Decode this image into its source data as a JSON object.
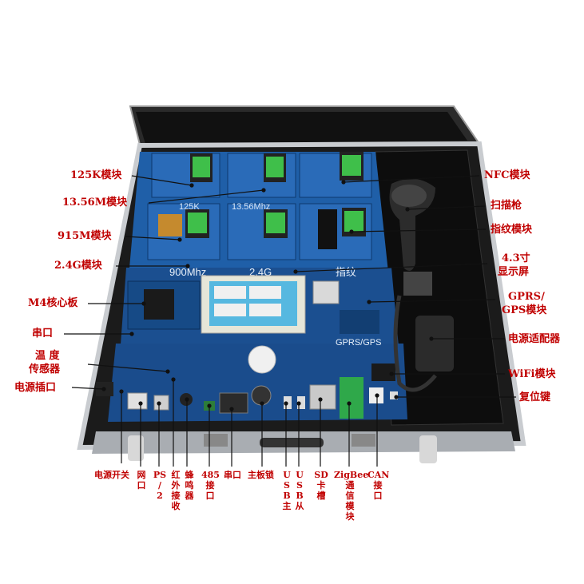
{
  "board_silkscreen": {
    "label_125k": "125K",
    "label_1356": "13.56Mhz",
    "label_900": "900Mhz",
    "label_24": "2.4G",
    "label_fingerprint": "指纹",
    "label_gprs": "GPRS/GPS"
  },
  "left_labels": {
    "rfid_125k": "125K模块",
    "rfid_1356": "13.56M模块",
    "rfid_915": "915M模块",
    "module_24g": "2.4G模块",
    "m4_core": "M4核心板",
    "serial": "串口",
    "temp_sensor_line1": "温 度",
    "temp_sensor_line2": "传感器",
    "power_socket": "电源插口"
  },
  "right_labels": {
    "nfc": "NFC模块",
    "scanner": "扫描枪",
    "fingerprint": "指纹模块",
    "screen_line1": "4.3寸",
    "screen_line2": "显示屏",
    "gprs_line1": "GPRS/",
    "gprs_line2": "GPS模块",
    "adapter": "电源适配器",
    "wifi": "WiFi模块",
    "reset": "复位键"
  },
  "bottom_labels": [
    {
      "id": "power-switch",
      "chars": [
        "电源开关"
      ],
      "horizontal": true
    },
    {
      "id": "ethernet",
      "chars": [
        "网",
        "口"
      ]
    },
    {
      "id": "ps2",
      "chars": [
        "PS",
        "/",
        "2"
      ]
    },
    {
      "id": "infrared",
      "chars": [
        "红",
        "外",
        "接",
        "收"
      ]
    },
    {
      "id": "buzzer",
      "chars": [
        "蜂",
        "鸣",
        "器"
      ]
    },
    {
      "id": "rs485",
      "chars": [
        "485",
        "接",
        "口"
      ]
    },
    {
      "id": "serial-bottom",
      "chars": [
        "串口"
      ],
      "horizontal": true
    },
    {
      "id": "battery",
      "chars": [
        "主板锁"
      ],
      "horizontal": true
    },
    {
      "id": "usb-host",
      "chars": [
        "U",
        "S",
        "B",
        "主"
      ]
    },
    {
      "id": "usb-slave",
      "chars": [
        "U",
        "S",
        "B",
        "从"
      ]
    },
    {
      "id": "sd-slot",
      "chars": [
        "SD",
        "卡",
        "槽"
      ]
    },
    {
      "id": "zigbee",
      "chars": [
        "ZigBee",
        "通",
        "信",
        "模",
        "块"
      ]
    },
    {
      "id": "can",
      "chars": [
        "CAN",
        "接",
        "口"
      ]
    }
  ],
  "colors": {
    "label_red": "#c00000",
    "board_blue": "#1f5fa8",
    "case_black": "#1a1a1a",
    "case_silver": "#c9ccd0"
  }
}
